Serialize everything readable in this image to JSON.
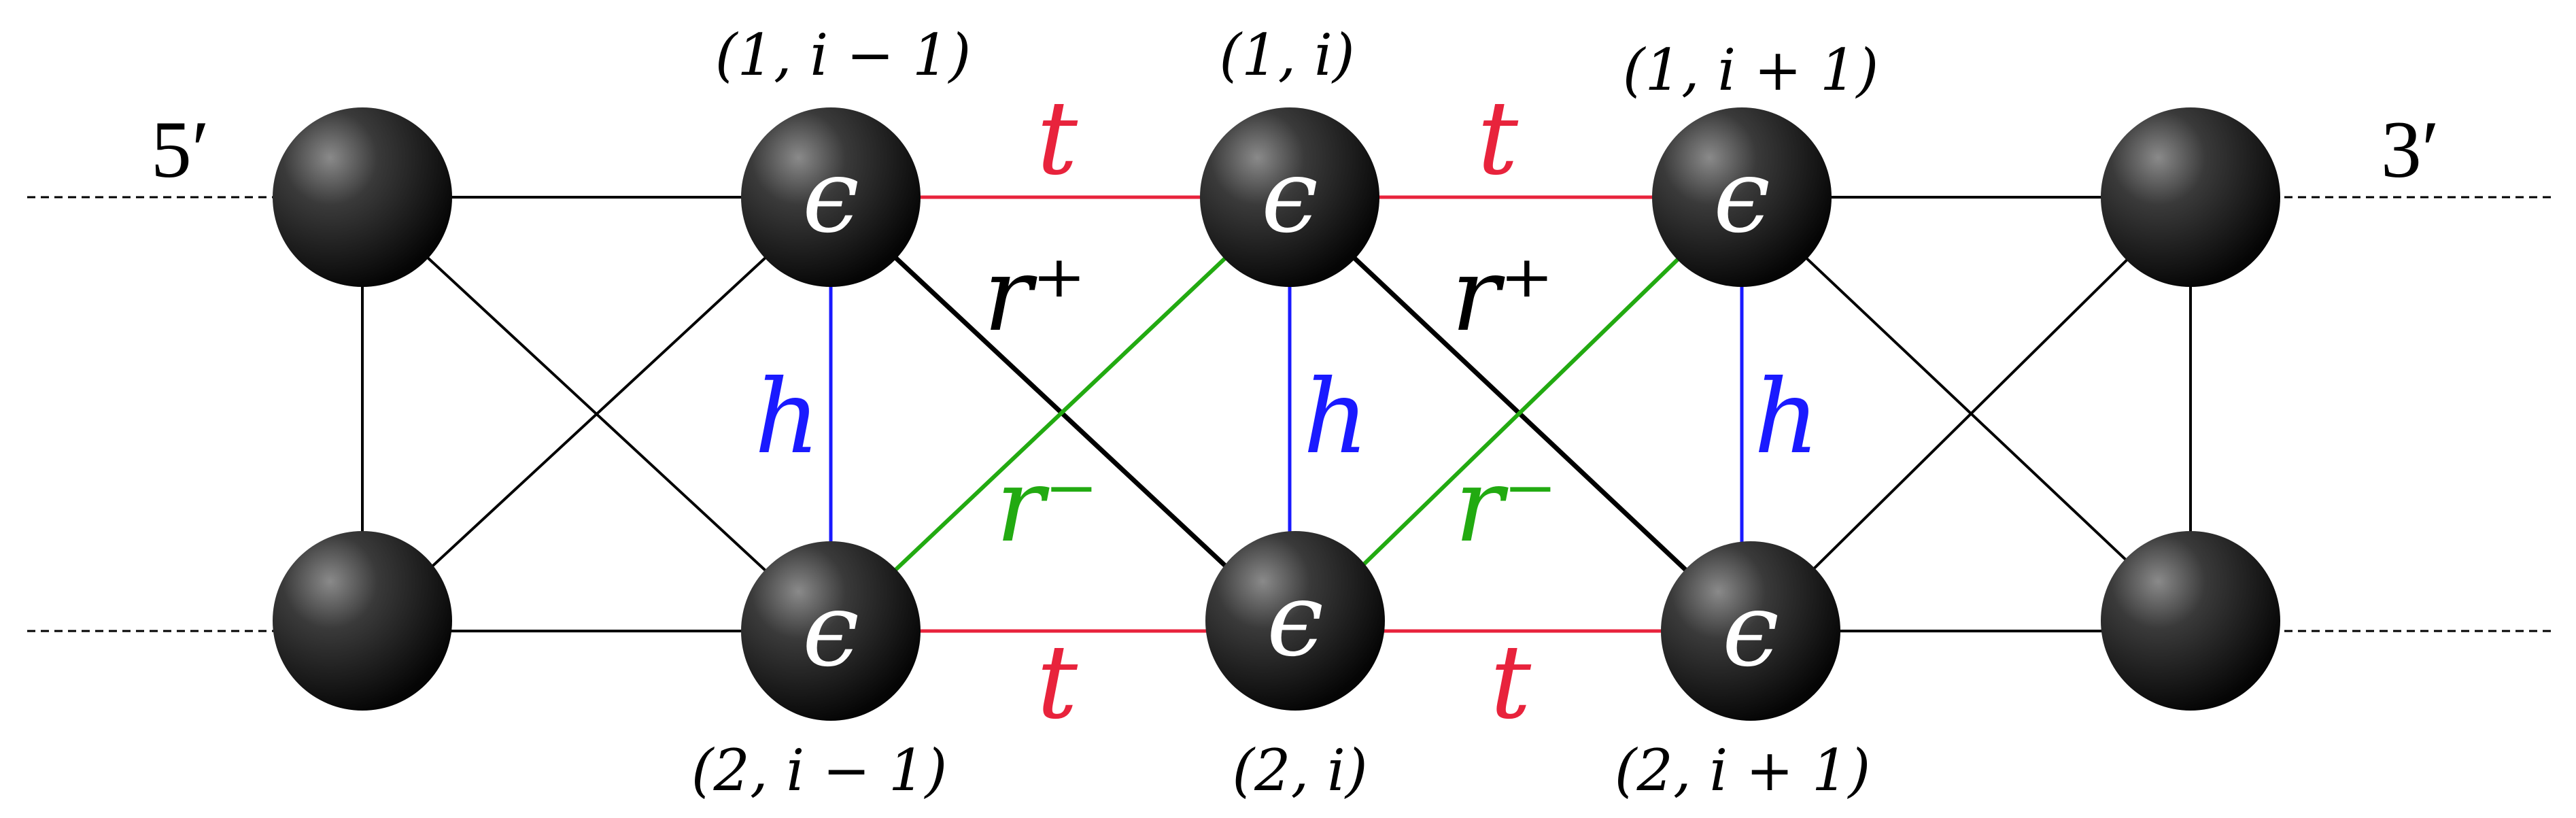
{
  "strand_ends": {
    "left": "5′",
    "right": "3′"
  },
  "node_labels": {
    "top": [
      "(1, i − 1)",
      "(1, i)",
      "(1, i + 1)"
    ],
    "bottom": [
      "(2, i − 1)",
      "(2, i)",
      "(2, i + 1)"
    ]
  },
  "onsite_symbol": "ϵ",
  "couplings": {
    "t": "t",
    "h": "h",
    "r_plus": "r⁺",
    "r_minus": "r⁻"
  },
  "colors": {
    "t": "#e8233c",
    "h": "#1a1aff",
    "r_plus": "#000000",
    "r_minus": "#22aa11",
    "bead": "#222222",
    "backbone": "#000000"
  }
}
